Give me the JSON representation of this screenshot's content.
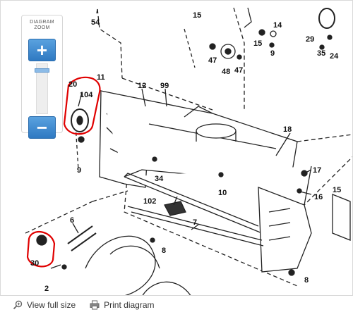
{
  "diagram": {
    "zoom_title_line1": "DIAGRAM",
    "zoom_title_line2": "ZOOM",
    "zoom_in_label": "+",
    "zoom_out_label": "−",
    "zoom_level": 0.9,
    "part_labels": [
      "54",
      "15",
      "14",
      "15",
      "9",
      "29",
      "35",
      "24",
      "47",
      "48",
      "47",
      "11",
      "20",
      "104",
      "12",
      "99",
      "18",
      "9",
      "34",
      "10",
      "17",
      "16",
      "15",
      "102",
      "7",
      "6",
      "30",
      "2",
      "8",
      "8"
    ]
  },
  "footer": {
    "view_full_size": "View full size",
    "print_diagram": "Print diagram"
  }
}
